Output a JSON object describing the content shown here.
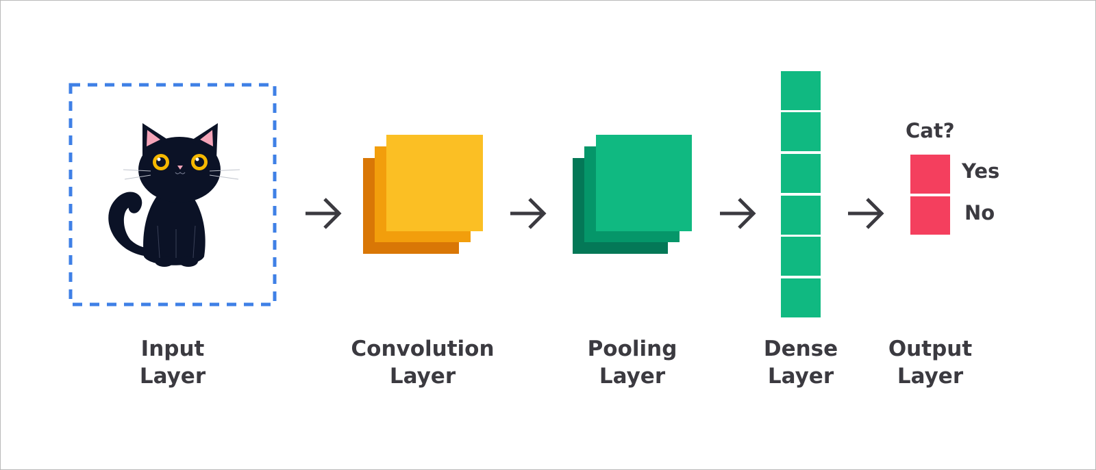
{
  "colors": {
    "input_border": "#3f80e6",
    "conv_front": "#fbbf24",
    "conv_mid": "#f29e0c",
    "conv_back": "#d97706",
    "pool_front": "#10b981",
    "pool_mid": "#059669",
    "pool_back": "#047857",
    "dense": "#10b981",
    "output": "#f43f5e",
    "arrow": "#3b3a40",
    "text": "#3b3a40"
  },
  "icons": [
    "cat-illustration",
    "arrow-right-icon"
  ],
  "layers": [
    {
      "id": "input",
      "line1": "Input",
      "line2": "Layer"
    },
    {
      "id": "convolution",
      "line1": "Convolution",
      "line2": "Layer"
    },
    {
      "id": "pooling",
      "line1": "Pooling",
      "line2": "Layer"
    },
    {
      "id": "dense",
      "line1": "Dense",
      "line2": "Layer"
    },
    {
      "id": "output",
      "line1": "Output",
      "line2": "Layer"
    }
  ],
  "output": {
    "question": "Cat?",
    "options": [
      "Yes",
      "No"
    ]
  },
  "dense_units": 6
}
